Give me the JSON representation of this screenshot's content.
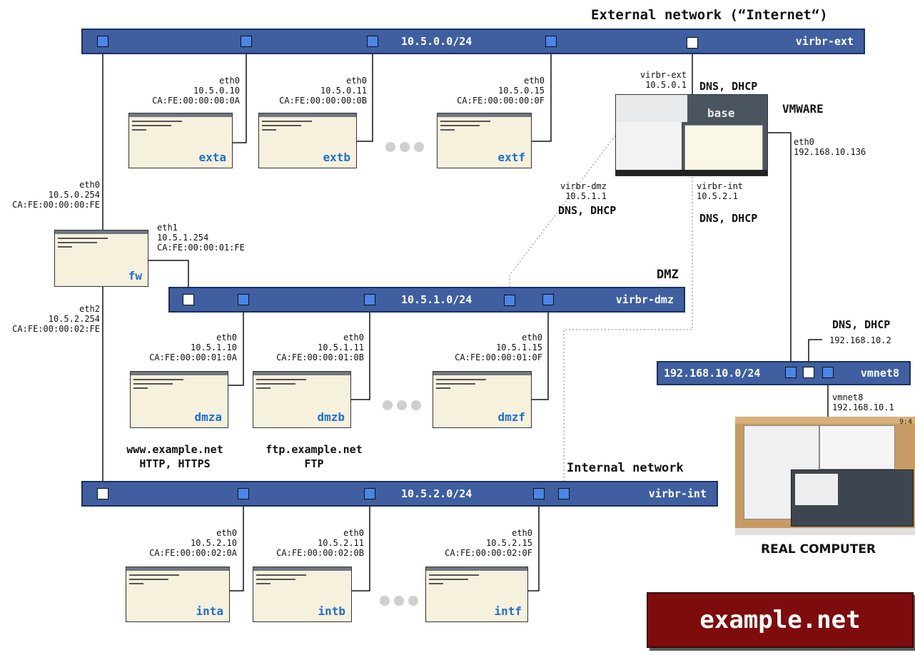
{
  "title": "External network (“Internet“)",
  "networks": {
    "ext": {
      "cidr": "10.5.0.0/24",
      "name": "virbr-ext"
    },
    "dmz": {
      "cidr": "10.5.1.0/24",
      "name": "virbr-dmz",
      "heading": "DMZ"
    },
    "int": {
      "cidr": "10.5.2.0/24",
      "name": "virbr-int",
      "heading": "Internal network"
    },
    "vmnet": {
      "cidr": "192.168.10.0/24",
      "name": "vmnet8"
    }
  },
  "hosts": {
    "exta": {
      "name": "exta",
      "info": "eth0\n10.5.0.10\nCA:FE:00:00:00:0A"
    },
    "extb": {
      "name": "extb",
      "info": "eth0\n10.5.0.11\nCA:FE:00:00:00:0B"
    },
    "extf": {
      "name": "extf",
      "info": "eth0\n10.5.0.15\nCA:FE:00:00:00:0F"
    },
    "dmza": {
      "name": "dmza",
      "info": "eth0\n10.5.1.10\nCA:FE:00:00:01:0A",
      "service": "www.example.net\nHTTP, HTTPS"
    },
    "dmzb": {
      "name": "dmzb",
      "info": "eth0\n10.5.1.11\nCA:FE:00:00:01:0B",
      "service": "ftp.example.net\nFTP"
    },
    "dmzf": {
      "name": "dmzf",
      "info": "eth0\n10.5.1.15\nCA:FE:00:00:01:0F"
    },
    "inta": {
      "name": "inta",
      "info": "eth0\n10.5.2.10\nCA:FE:00:00:02:0A"
    },
    "intb": {
      "name": "intb",
      "info": "eth0\n10.5.2.11\nCA:FE:00:00:02:0B"
    },
    "intf": {
      "name": "intf",
      "info": "eth0\n10.5.2.15\nCA:FE:00:00:02:0F"
    }
  },
  "fw": {
    "name": "fw",
    "eth0": "eth0\n10.5.0.254\nCA:FE:00:00:00:FE",
    "eth1": "eth1\n10.5.1.254\nCA:FE:00:00:01:FE",
    "eth2": "eth2\n10.5.2.254\nCA:FE:00:00:02:FE"
  },
  "vmware": {
    "label": "VMWARE",
    "base": "base",
    "ext_if": "virbr-ext\n10.5.0.1",
    "dmz_if": "virbr-dmz\n10.5.1.1",
    "int_if": "virbr-int\n10.5.2.1",
    "eth0": "eth0\n192.168.10.136",
    "dns_ext": "DNS, DHCP",
    "dns_dmz": "DNS, DHCP",
    "dns_int": "DNS, DHCP"
  },
  "vmnet_dns": {
    "label": "DNS, DHCP",
    "ip": "192.168.10.2"
  },
  "real": {
    "label": "REAL COMPUTER",
    "if": "vmnet8\n192.168.10.1",
    "clock": "9:4"
  },
  "brand": "example.net",
  "colors": {
    "bus": "#3f5fa0",
    "port": "#4a86e8",
    "vm_bg": "#f6f1dc",
    "vm_name": "#1f6fd1",
    "banner": "#7e0c0c"
  }
}
